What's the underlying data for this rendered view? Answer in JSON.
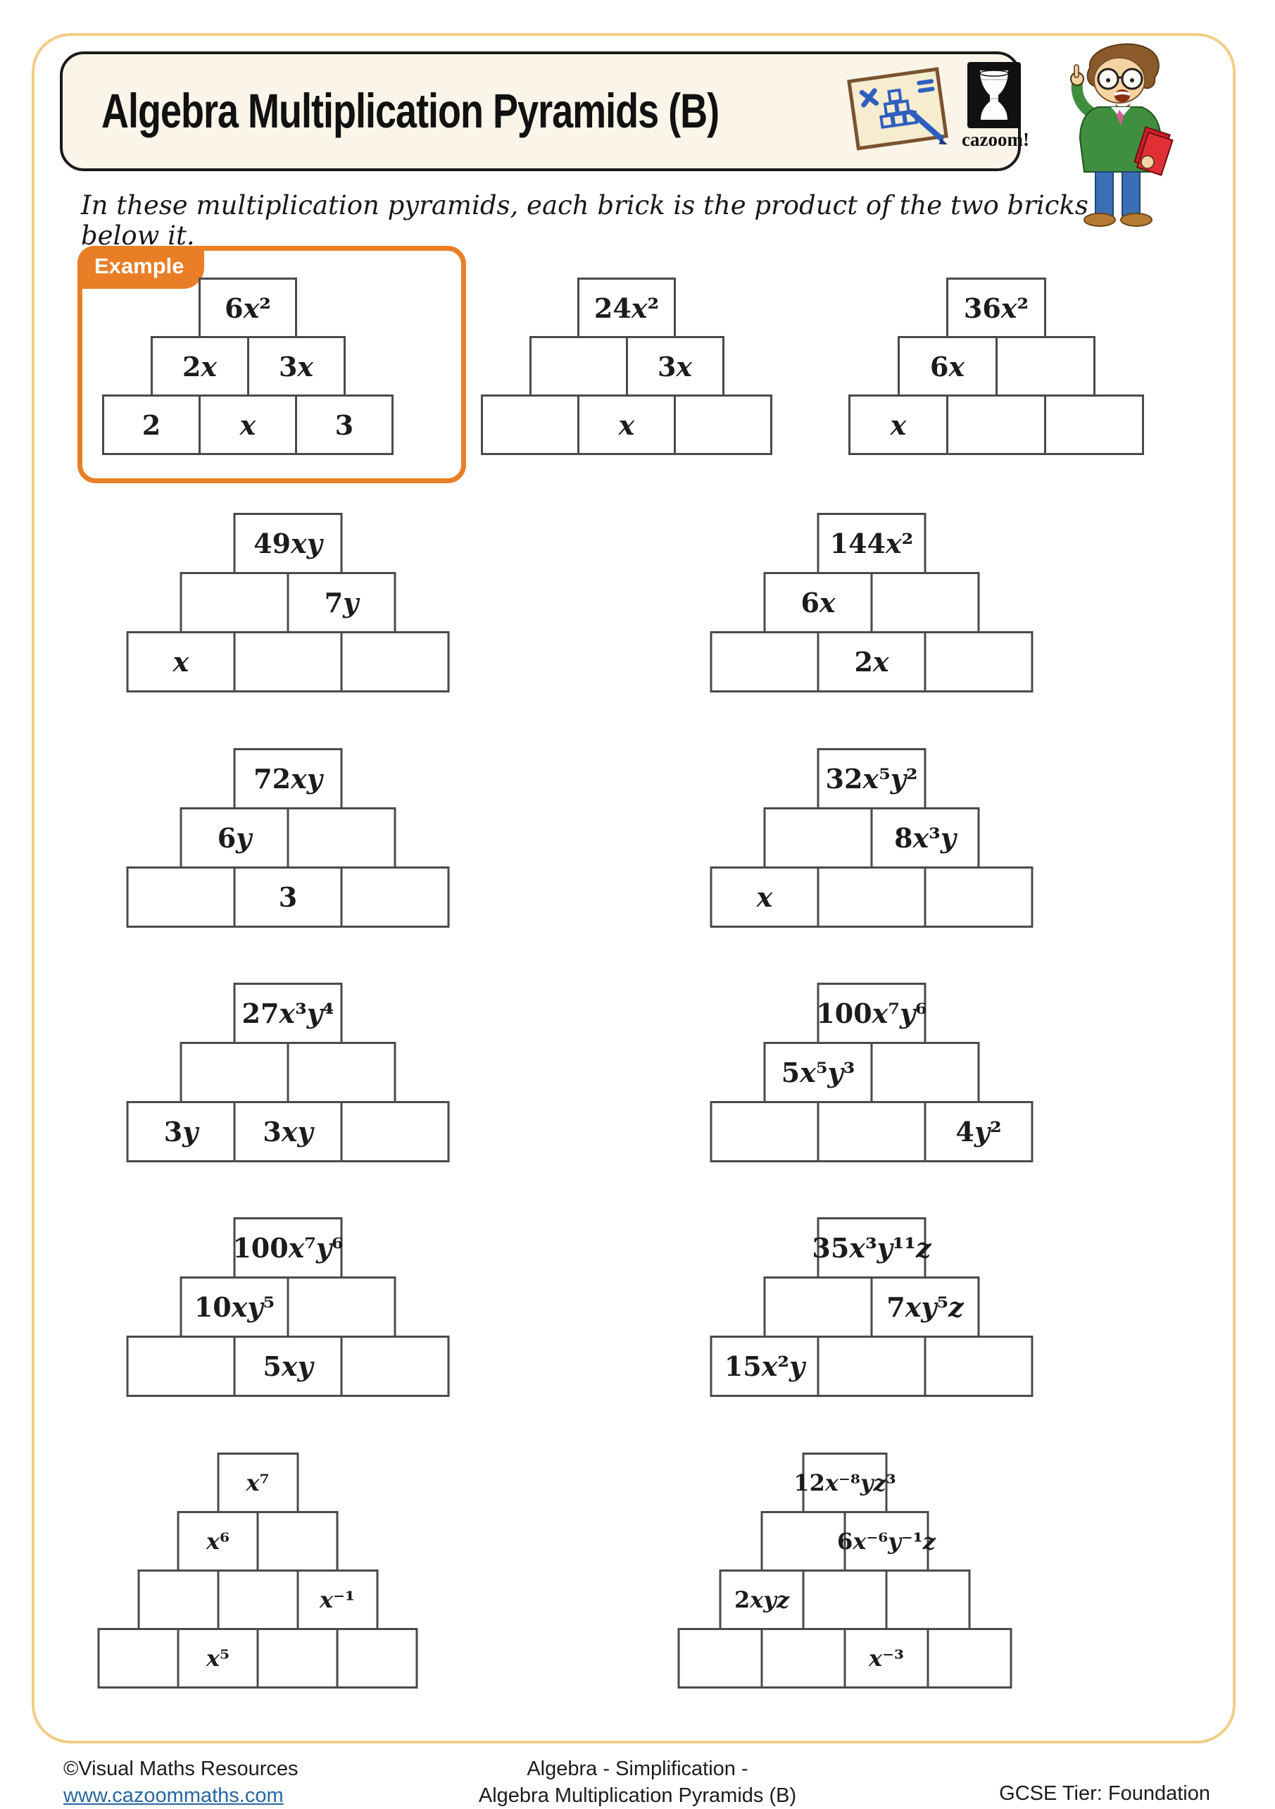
{
  "header": {
    "title": "Algebra Multiplication Pyramids (B)",
    "logo_text": "cazoom!"
  },
  "intro": "In these multiplication pyramids, each brick is the product of the two bricks below it.",
  "example_label": "Example",
  "colors": {
    "accent_orange": "#E97E26",
    "page_border_tan": "#F2CC85",
    "cell_border_gray": "#4A4A4A",
    "link_blue": "#2766A0"
  },
  "pyramids": [
    {
      "name": "example-pyramid",
      "rows": [
        [
          "6x²"
        ],
        [
          "2x",
          "3x"
        ],
        [
          "2",
          "x",
          "3"
        ]
      ]
    },
    {
      "name": "pyramid-24x2",
      "rows": [
        [
          "24x²"
        ],
        [
          "",
          "3x"
        ],
        [
          "",
          "x",
          ""
        ]
      ]
    },
    {
      "name": "pyramid-36x2",
      "rows": [
        [
          "36x²"
        ],
        [
          "6x",
          ""
        ],
        [
          "x",
          "",
          ""
        ]
      ]
    },
    {
      "name": "pyramid-49xy",
      "rows": [
        [
          "49xy"
        ],
        [
          "",
          "7y"
        ],
        [
          "x",
          "",
          ""
        ]
      ]
    },
    {
      "name": "pyramid-144x2",
      "rows": [
        [
          "144x²"
        ],
        [
          "6x",
          ""
        ],
        [
          "",
          "2x",
          ""
        ]
      ]
    },
    {
      "name": "pyramid-72xy",
      "rows": [
        [
          "72xy"
        ],
        [
          "6y",
          ""
        ],
        [
          "",
          "3",
          ""
        ]
      ]
    },
    {
      "name": "pyramid-32x5y2",
      "rows": [
        [
          "32x⁵y²"
        ],
        [
          "",
          "8x³y"
        ],
        [
          "x",
          "",
          ""
        ]
      ]
    },
    {
      "name": "pyramid-27x3y4",
      "rows": [
        [
          "27x³y⁴"
        ],
        [
          "",
          ""
        ],
        [
          "3y",
          "3xy",
          ""
        ]
      ]
    },
    {
      "name": "pyramid-100x7y6-a",
      "rows": [
        [
          "100x⁷y⁶"
        ],
        [
          "5x⁵y³",
          ""
        ],
        [
          "",
          "",
          "4y²"
        ]
      ]
    },
    {
      "name": "pyramid-100x7y6-b",
      "rows": [
        [
          "100x⁷y⁶"
        ],
        [
          "10xy⁵",
          ""
        ],
        [
          "",
          "5xy",
          ""
        ]
      ]
    },
    {
      "name": "pyramid-35x3y11z",
      "rows": [
        [
          "35x³y¹¹z"
        ],
        [
          "",
          "7xy⁵z"
        ],
        [
          "15x²y",
          "",
          ""
        ]
      ]
    },
    {
      "name": "pyramid-x7",
      "rows": [
        [
          "x⁷"
        ],
        [
          "x⁶",
          ""
        ],
        [
          "",
          "",
          "x⁻¹"
        ],
        [
          "",
          "x⁵",
          "",
          ""
        ]
      ]
    },
    {
      "name": "pyramid-12x-8yz3",
      "rows": [
        [
          "12x⁻⁸yz³"
        ],
        [
          "",
          "6x⁻⁶y⁻¹z"
        ],
        [
          "2xyz",
          "",
          ""
        ],
        [
          "",
          "",
          "x⁻³",
          ""
        ]
      ]
    }
  ],
  "footer": {
    "copyright": "©Visual Maths Resources",
    "website": "www.cazoommaths.com",
    "topic_line1": "Algebra - Simplification -",
    "topic_line2": "Algebra Multiplication Pyramids (B)",
    "tier": "GCSE Tier: Foundation"
  }
}
